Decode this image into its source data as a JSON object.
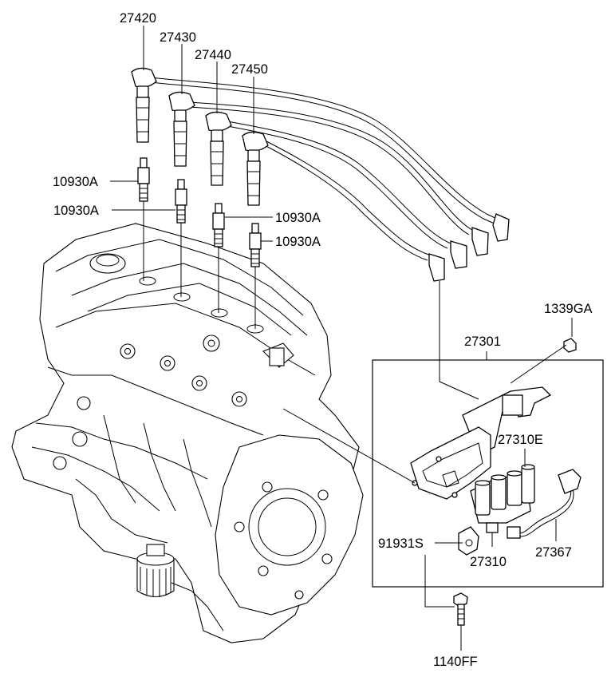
{
  "labels": {
    "p27420": "27420",
    "p27430": "27430",
    "p27440": "27440",
    "p27450": "27450",
    "p10930a_1": "10930A",
    "p10930a_2": "10930A",
    "p10930a_3": "10930A",
    "p10930a_4": "10930A",
    "p1339ga": "1339GA",
    "p27301": "27301",
    "p27310e": "27310E",
    "p91931s": "91931S",
    "p27310": "27310",
    "p27367": "27367",
    "p1140ff": "1140FF"
  }
}
